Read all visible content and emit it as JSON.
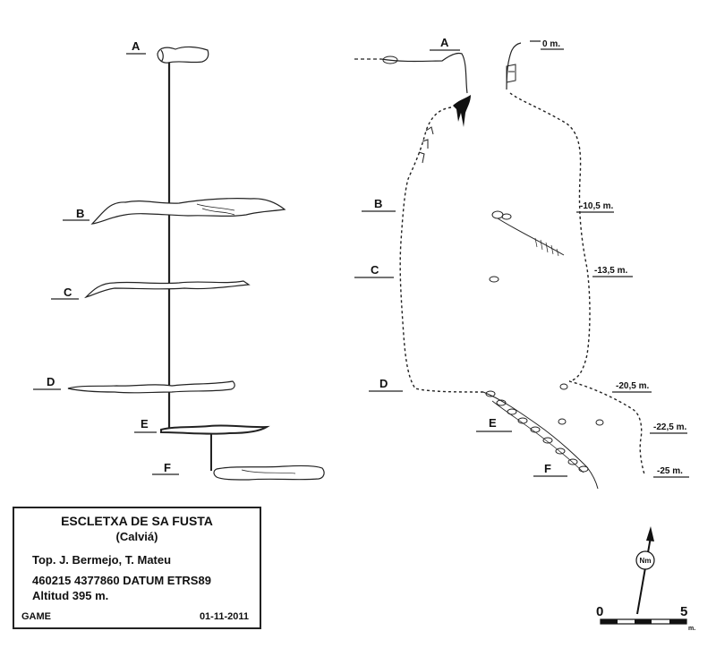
{
  "cave": {
    "title": "ESCLETXA DE SA FUSTA",
    "location": "(Calviá)",
    "surveyors": "Top. J. Bermejo, T. Mateu",
    "coordinates": "460215 4377860 DATUM ETRS89",
    "altitude": "Altitud 395 m.",
    "group": "GAME",
    "date": "01-11-2011"
  },
  "section_labels": [
    "A",
    "B",
    "C",
    "D",
    "E",
    "F"
  ],
  "depth_marks": [
    "0 m.",
    "-10,5 m.",
    "-13,5 m.",
    "-20,5 m.",
    "-22,5 m.",
    "-25 m."
  ],
  "north_arrow": {
    "label": "Nm"
  },
  "scale_bar": {
    "start": "0",
    "end": "5",
    "unit": "m."
  }
}
